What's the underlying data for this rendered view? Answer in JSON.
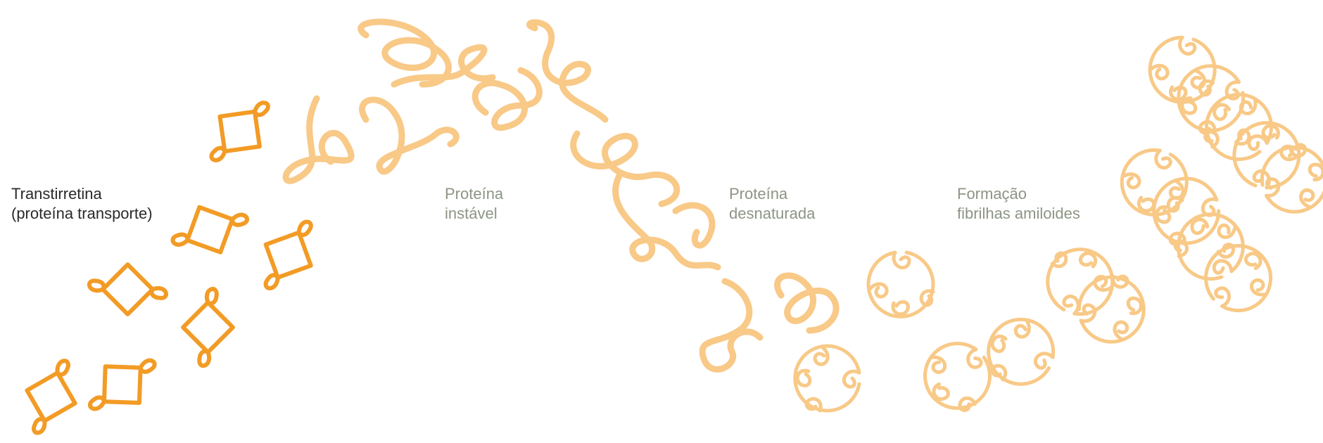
{
  "colors": {
    "stable": "#f29b25",
    "misfolded": "#f8c987",
    "label_dark": "#2a2a2a",
    "label_muted": "#8c9585"
  },
  "labels": {
    "transthyretin": {
      "line1": "Transtirretina",
      "line2": "(proteína transporte)"
    },
    "unstable": {
      "line1": "Proteína",
      "line2": "instável"
    },
    "denatured": {
      "line1": "Proteína",
      "line2": "desnaturada"
    },
    "fibrils": {
      "line1": "Formação",
      "line2": "fibrilhas amiloides"
    }
  },
  "stages": [
    "stable-tetramer",
    "unstable-protein",
    "denatured-protein",
    "amyloid-fibril"
  ]
}
